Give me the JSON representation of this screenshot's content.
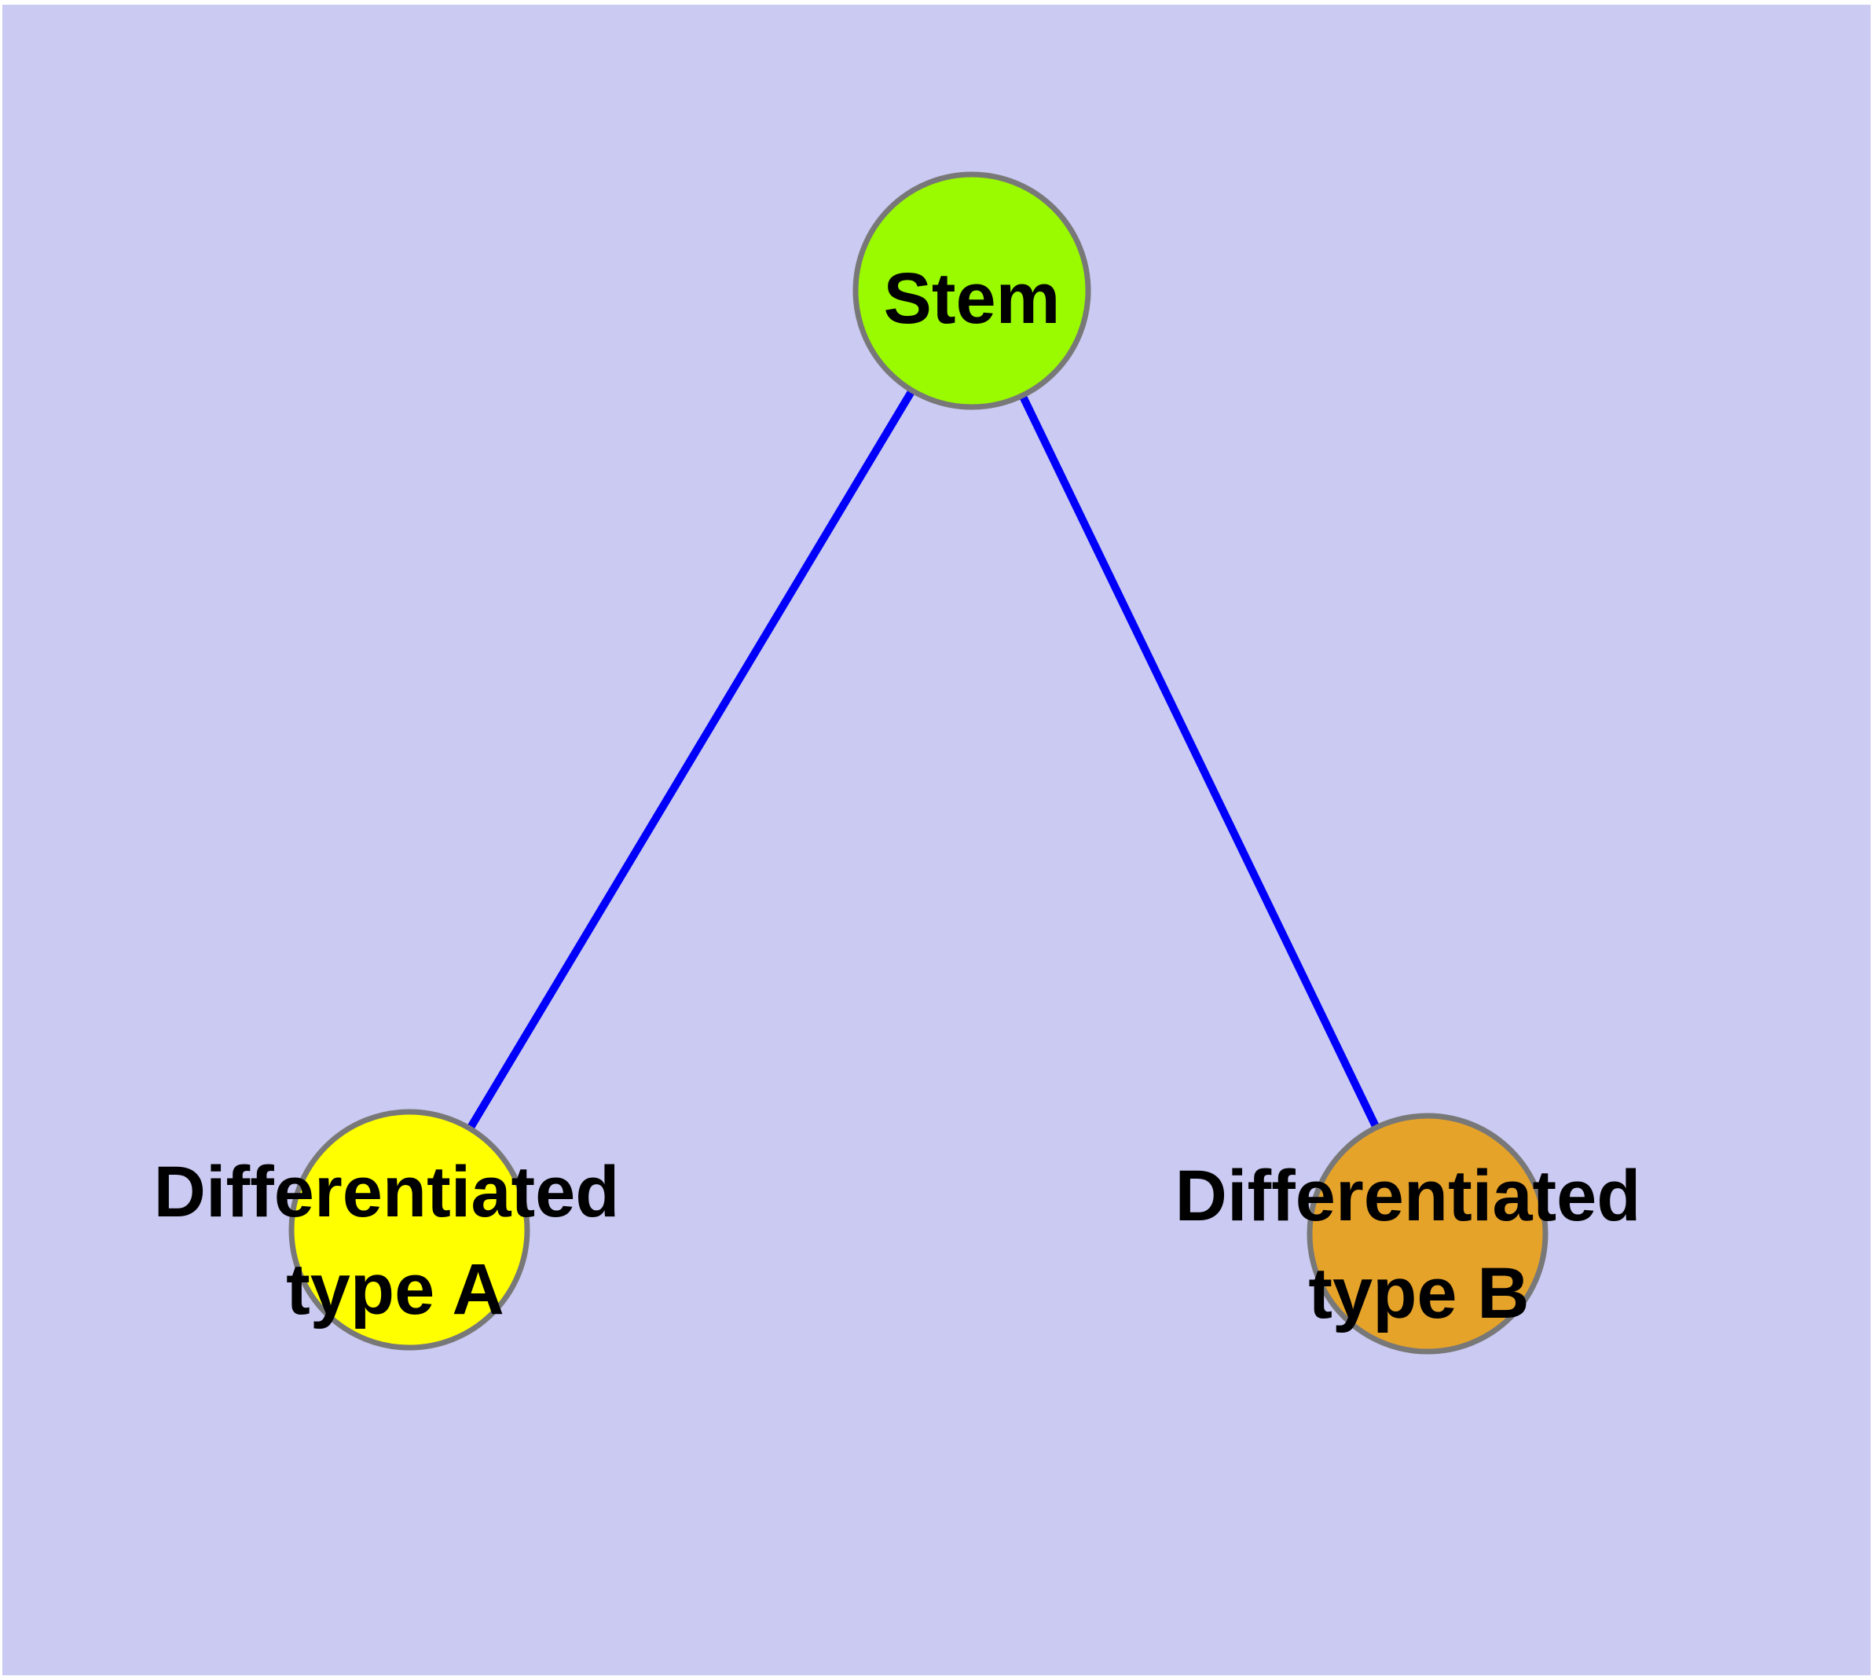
{
  "canvas": {
    "background_color": "#CACAF2",
    "frame_color": "#FFFFFF"
  },
  "diagram": {
    "type": "graph",
    "description": "Stem cell differentiation tree: one stem node with two differentiated child nodes",
    "edge_color": "#0000FA",
    "node_border_color": "#787878",
    "label_color": "#000000",
    "nodes": [
      {
        "id": "stem",
        "label": "Stem",
        "color": "#9AFA00"
      },
      {
        "id": "type-a",
        "lines": [
          "Differentiated",
          "type A"
        ],
        "color": "#FFFF00"
      },
      {
        "id": "type-b",
        "lines": [
          "Differentiated",
          "type B"
        ],
        "color": "#E6A32A"
      }
    ],
    "edges": [
      {
        "from": "stem",
        "to": "type-a"
      },
      {
        "from": "stem",
        "to": "type-b"
      }
    ]
  }
}
